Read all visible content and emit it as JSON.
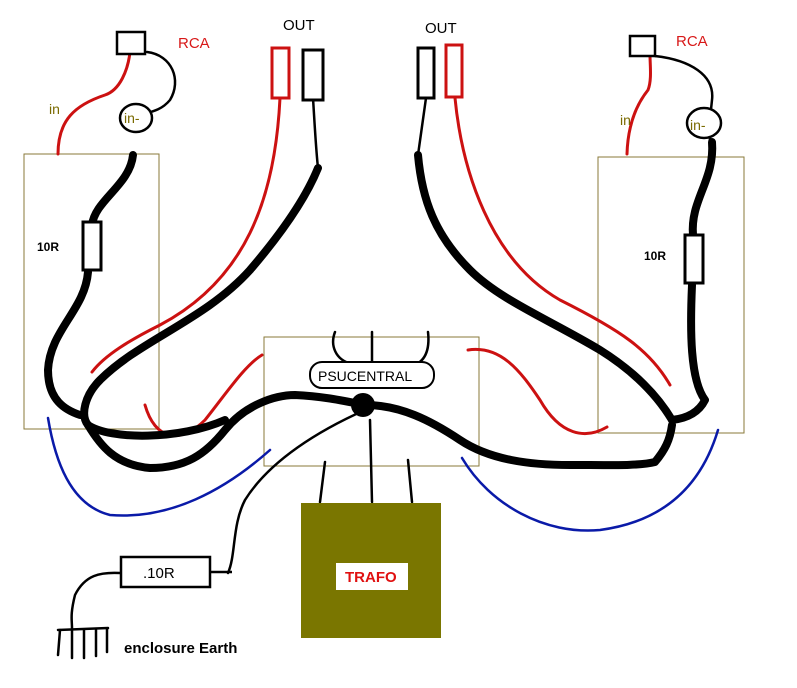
{
  "labels": {
    "rca_left": "RCA",
    "rca_right": "RCA",
    "out_left": "OUT",
    "out_right": "OUT",
    "in_left": "in",
    "in_minus_left": "in-",
    "in_right": "in",
    "in_minus_right": "in-",
    "resistor_left": "10R",
    "resistor_right": "10R",
    "psu": "PSUCENTRAL",
    "trafo": "TRAFO",
    "earth_resistor": ".10R",
    "enclosure_earth": "enclosure Earth"
  },
  "colors": {
    "signal_hot": "#cc1111",
    "ground": "#000000",
    "earth_wire": "#0a1aa8",
    "board_outline": "#8a7a3a",
    "trafo_fill": "#7a7600",
    "rca_label": "#d81818",
    "in_label": "#7a6a00",
    "trafo_label": "#e01010"
  }
}
